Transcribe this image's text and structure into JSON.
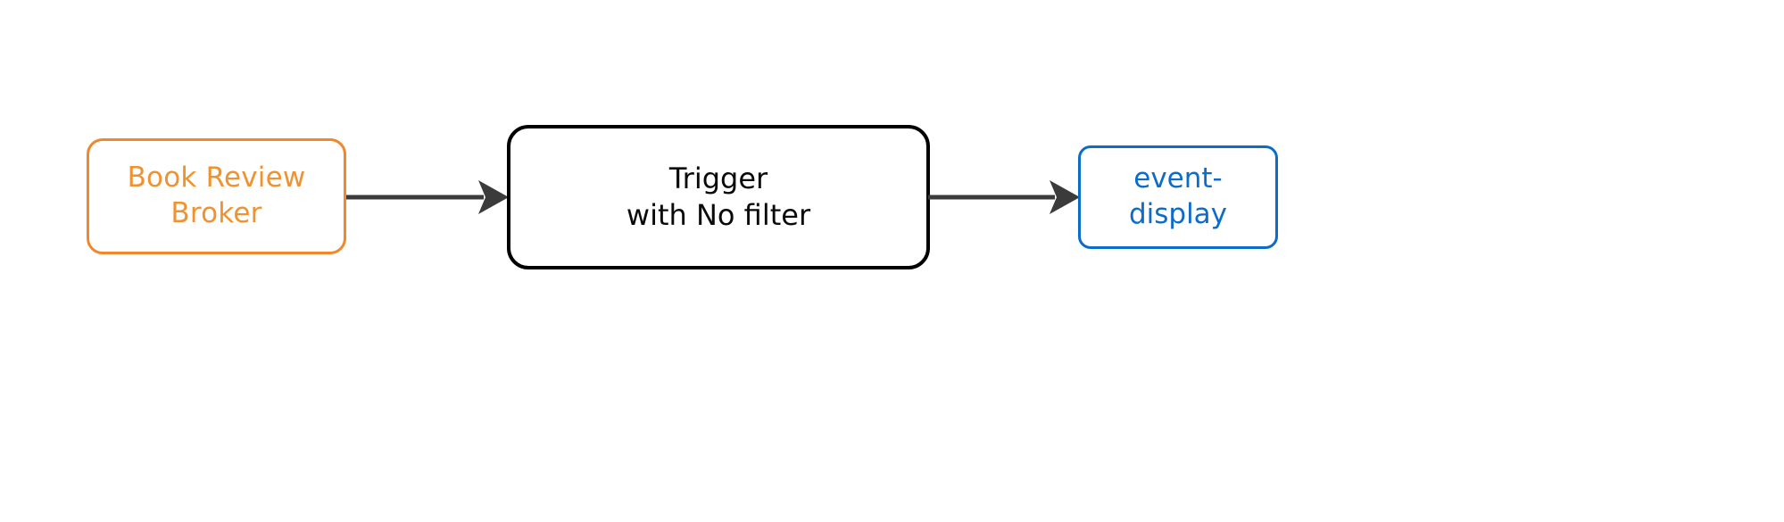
{
  "diagram": {
    "type": "flow-diagram",
    "orientation": "left-to-right",
    "background_color": "#FFFFFF",
    "nodes": [
      {
        "id": "source",
        "label": "Book Review\nBroker",
        "line1": "Book Review",
        "line2": "Broker",
        "shape": "rounded-rectangle",
        "border_color": "#F0882A",
        "text_color": "#F0922F",
        "fill_color": "#FFFFFF",
        "role": "broker"
      },
      {
        "id": "trigger",
        "label": "Trigger\nwith No filter",
        "line1": "Trigger",
        "line2": "with No filter",
        "shape": "rounded-rectangle",
        "border_color": "#000000",
        "text_color": "#0A0A0A",
        "fill_color": "#FFFFFF",
        "role": "trigger"
      },
      {
        "id": "sink",
        "label": "event-display",
        "line1": "event-display",
        "line2": "",
        "shape": "rounded-rectangle",
        "border_color": "#0C6CC9",
        "text_color": "#0C6CC9",
        "fill_color": "#FFFFFF",
        "role": "sink-service"
      }
    ],
    "edges": [
      {
        "id": "source-to-trigger",
        "from": "source",
        "to": "trigger",
        "label": "",
        "color": "#3B3B3B",
        "arrowhead": "solid-triangle"
      },
      {
        "id": "trigger-to-sink",
        "from": "trigger",
        "to": "sink",
        "label": "",
        "color": "#3B3B3B",
        "arrowhead": "solid-triangle"
      }
    ],
    "colors": {
      "orange": "#F0882A",
      "black": "#000000",
      "blue": "#0C6CC9",
      "arrow_gray": "#3B3B3B"
    }
  }
}
